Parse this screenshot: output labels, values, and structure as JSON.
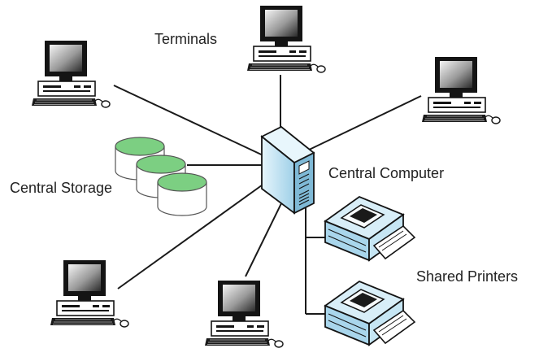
{
  "labels": {
    "terminals": "Terminals",
    "central_storage": "Central Storage",
    "central_computer": "Central Computer",
    "shared_printers": "Shared Printers"
  },
  "icons": {
    "terminal": "computer-terminal-icon",
    "storage": "disk-storage-icon",
    "server": "server-tower-icon",
    "printer": "printer-icon"
  },
  "colors": {
    "screen_dark": "#1a1a1a",
    "disk_top": "#7ccf82",
    "server_blue": "#bfe2f2",
    "printer_blue": "#c6e6f4",
    "line": "#1a1a1a"
  }
}
